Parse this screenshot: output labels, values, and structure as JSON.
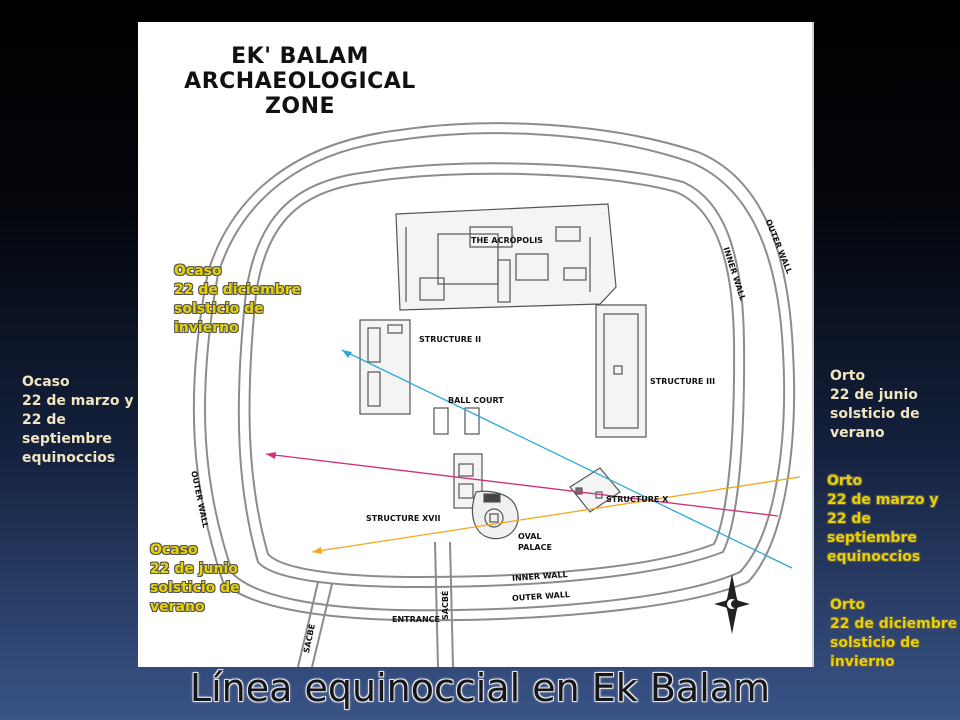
{
  "map": {
    "title_lines": [
      "EK' BALAM",
      "ARCHAEOLOGICAL",
      "ZONE"
    ],
    "labels": {
      "acropolis": "THE ACRÓPOLIS",
      "structure_ii": "STRUCTURE II",
      "structure_iii": "STRUCTURE III",
      "ball_court": "BALL COURT",
      "structure_x": "STRUCTURE X",
      "structure_xvii": "STRUCTURE XVII",
      "oval_palace_1": "OVAL",
      "oval_palace_2": "PALACE",
      "inner_wall_bottom": "INNER WALL",
      "outer_wall_bottom": "OUTER WALL",
      "entrance": "ENTRANCE",
      "sacbe_1": "SACBÉ",
      "sacbe_2": "SACBÉ",
      "inner_wall_right": "INNER WALL",
      "outer_wall_right": "OUTER WALL",
      "outer_wall_left": "OUTER WALL"
    }
  },
  "annotations": {
    "ocaso_equinox": [
      "Ocaso",
      "22 de marzo y",
      "22 de",
      "septiembre",
      "equinoccios"
    ],
    "ocaso_winter": [
      "Ocaso",
      "22 de diciembre",
      "solsticio de",
      "invierno"
    ],
    "ocaso_summer": [
      "Ocaso",
      "22 de junio",
      "solsticio de",
      "verano"
    ],
    "orto_summer": [
      "Orto",
      "22 de junio",
      "solsticio de",
      "verano"
    ],
    "orto_equinox": [
      "Orto",
      "22 de marzo y",
      "22 de",
      "septiembre",
      "equinoccios"
    ],
    "orto_winter": [
      "Orto",
      "22 de diciembre",
      "solsticio de",
      "invierno"
    ]
  },
  "sightlines": [
    {
      "name": "winter-solstice-line",
      "color": "#2aa8d8"
    },
    {
      "name": "equinox-line",
      "color": "#d0307a"
    },
    {
      "name": "summer-solstice-line",
      "color": "#f0a81c"
    }
  ],
  "compass_icon": "compass-rose-icon",
  "slide_title": "Línea equinoccial en Ek Balam"
}
